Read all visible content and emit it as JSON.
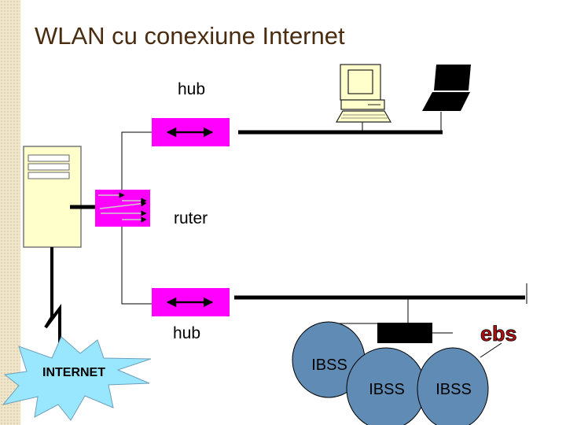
{
  "slide": {
    "title": "WLAN  cu conexiune Internet"
  },
  "labels": {
    "hub_top": "hub",
    "router": "ruter",
    "hub_bottom": "hub",
    "internet": "INTERNET",
    "ebs": "ebs",
    "ibss_1": "IBSS",
    "ibss_2": "IBSS",
    "ibss_3": "IBSS"
  },
  "colors": {
    "hub_box": "#ff00ff",
    "router_box": "#ff00ff",
    "ibss_cell": "#5f8bb4",
    "internet_burst": "#99e6ff",
    "ebs_text": "#b01010",
    "server_body": "#ffffcc",
    "title_text": "#4a2c10",
    "background_band": "#efe6cc"
  }
}
